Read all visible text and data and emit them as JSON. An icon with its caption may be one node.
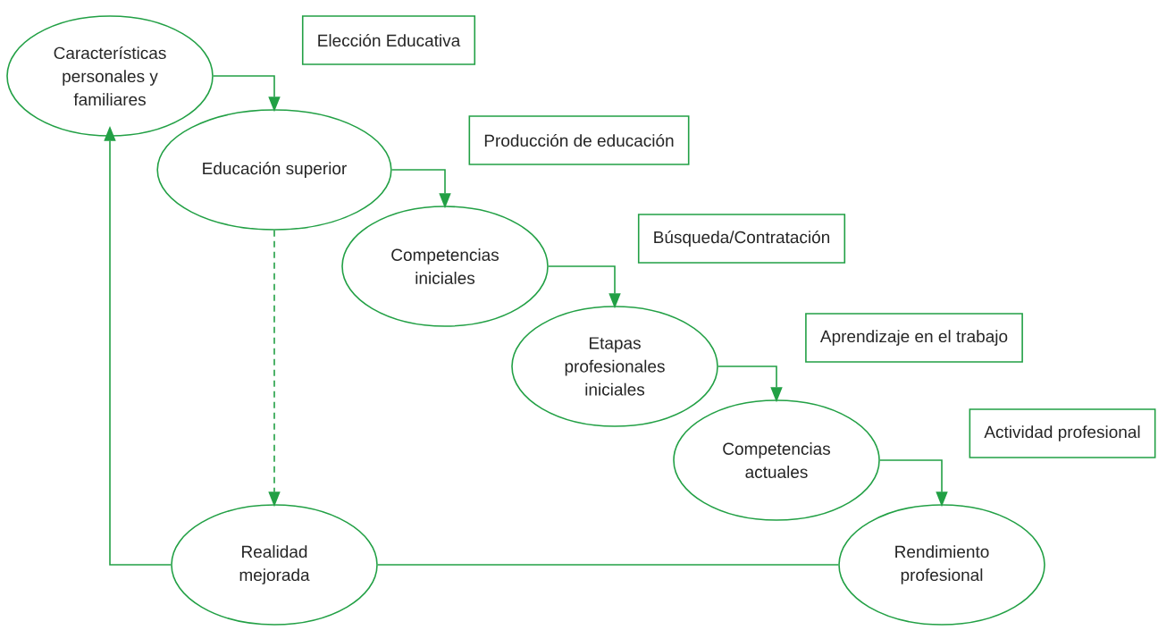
{
  "diagram": {
    "nodes": [
      {
        "text": [
          "Características personales y familiares"
        ]
      },
      {
        "text": [
          "Elección Educativa"
        ]
      },
      {
        "text": [
          "Educación superior"
        ]
      },
      {
        "text": [
          "Producción de educación"
        ]
      },
      {
        "text": [
          "Competencias iniciales"
        ]
      },
      {
        "text": [
          "Búsqueda/Contratación"
        ]
      },
      {
        "text": [
          "Etapas profesionales iniciales"
        ]
      },
      {
        "text": [
          "Aprendizaje en el trabajo"
        ]
      },
      {
        "text": [
          "Competencias actuales"
        ]
      },
      {
        "text": [
          "Actividad profesional"
        ]
      },
      {
        "text": [
          "Rendimiento profesional"
        ]
      },
      {
        "text": [
          "Realidad mejorada"
        ]
      }
    ],
    "edges": [
      {
        "from": 0,
        "to": 2,
        "arrow": "to"
      },
      {
        "from": 2,
        "to": 4,
        "arrow": "to"
      },
      {
        "from": 4,
        "to": 6,
        "arrow": "to"
      },
      {
        "from": 6,
        "to": 8,
        "arrow": "to"
      },
      {
        "from": 8,
        "to": 10,
        "arrow": "to"
      },
      {
        "from": 2,
        "to": 11,
        "arrow": "to",
        "style": "dashed"
      },
      {
        "from": 10,
        "to": 11,
        "arrow": "none"
      },
      {
        "from": 11,
        "to": 0,
        "arrow": "to"
      }
    ]
  }
}
